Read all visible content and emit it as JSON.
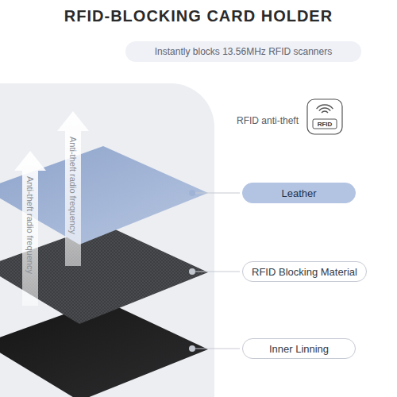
{
  "diagram": {
    "title": "RFID-BLOCKING CARD HOLDER",
    "nodes": [
      {
        "text": [
          "Instantly blocks 13.56MHz RFID scanners"
        ]
      },
      {
        "text": [
          "RFID"
        ]
      },
      {
        "text": [
          "Leather"
        ]
      },
      {
        "text": [
          "RFID Blocking Material"
        ]
      },
      {
        "text": [
          "Inner Linning"
        ]
      }
    ],
    "labels": [
      "RFID anti-theft",
      "Anti-theft radio frequency",
      "Anti-theft radio frequency"
    ]
  }
}
